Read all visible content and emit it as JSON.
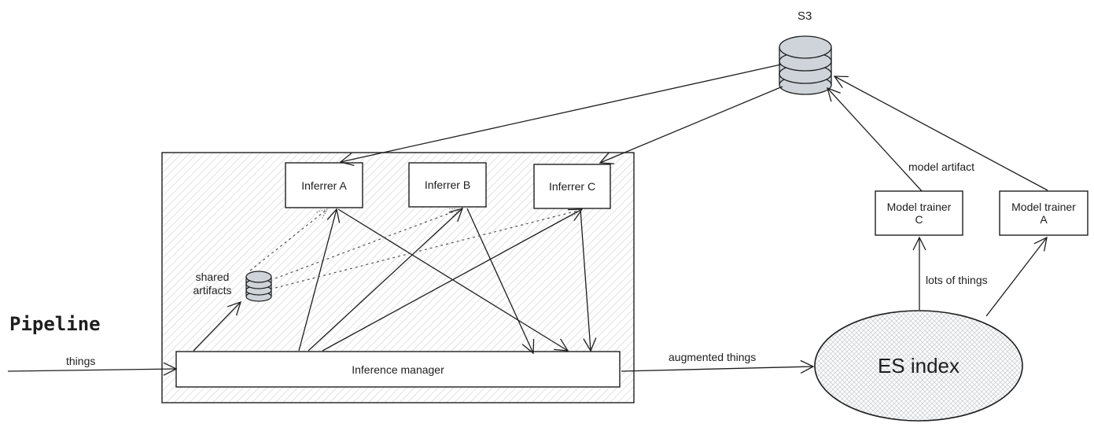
{
  "title": "Pipeline",
  "nodes": {
    "s3": {
      "label": "S3",
      "icon": "database-icon"
    },
    "shared_artifacts": {
      "label": "shared\nartifacts",
      "label_lines": [
        "shared",
        "artifacts"
      ],
      "icon": "database-icon"
    },
    "inferrer_a": {
      "label": "Inferrer A"
    },
    "inferrer_b": {
      "label": "Inferrer B"
    },
    "inferrer_c": {
      "label": "Inferrer C"
    },
    "inference_manager": {
      "label": "Inference manager"
    },
    "model_trainer_c": {
      "label_lines": [
        "Model trainer",
        "C"
      ]
    },
    "model_trainer_a": {
      "label_lines": [
        "Model trainer",
        "A"
      ]
    },
    "es_index": {
      "label": "ES index"
    }
  },
  "edges": {
    "things": "things",
    "augmented_things": "augmented things",
    "model_artifact": "model artifact",
    "lots_of_things": "lots of things"
  },
  "colors": {
    "stroke": "#1e1e1e",
    "db_fill": "#ced4da",
    "hatch": "#c8c8c8",
    "es_fill": "#e9ecef",
    "dashed": "#555555"
  }
}
